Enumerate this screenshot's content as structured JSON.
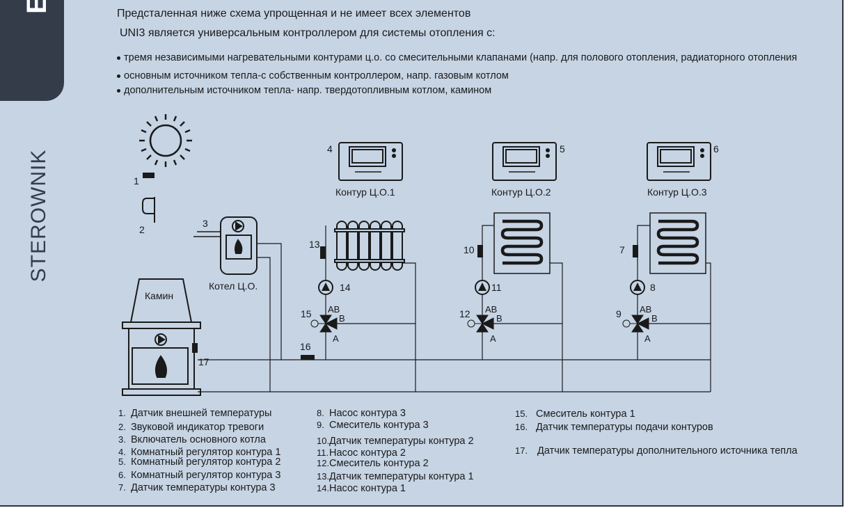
{
  "intro": {
    "line1": "Предсталенная ниже схема упрощенная и не имеет всех элементов",
    "line2": "UNI3 является универсальным контроллером для системы отопления с:"
  },
  "bullets": [
    "тремя независимыми нагревательными контурами ц.о. со смесительными клапанами (напр. для полового отопления, радиаторного отопления",
    "основным источником тепла-с собственным контроллером, напр. газовым котлом",
    "дополнительным источником тепла- напр. твердотопливным котлом, камином"
  ],
  "brand": {
    "side_label": "STEROWNIK",
    "tab_letter": "E"
  },
  "diagram": {
    "contour_labels": [
      "Контур Ц.О.1",
      "Контур Ц.О.2",
      "Контур Ц.О.3"
    ],
    "boiler_label": "Котел Ц.О.",
    "fireplace_label": "Камин",
    "valve_ports": {
      "ab": "AB",
      "b": "B",
      "a": "A"
    },
    "numbers": {
      "n1": "1",
      "n2": "2",
      "n3": "3",
      "n4": "4",
      "n5": "5",
      "n6": "6",
      "n7": "7",
      "n8": "8",
      "n9": "9",
      "n10": "10",
      "n11": "11",
      "n12": "12",
      "n13": "13",
      "n14": "14",
      "n15": "15",
      "n16": "16",
      "n17": "17"
    }
  },
  "legend": {
    "col1": [
      {
        "num": "1.",
        "text": "Датчик внешней температуры"
      },
      {
        "num": "2.",
        "text": "Звуковой индикатор тревоги"
      },
      {
        "num": "3.",
        "text": "Включатель основного котла"
      },
      {
        "num": "4.",
        "text": "Комнатный регулятор контура 1"
      },
      {
        "num": "5.",
        "text": "Комнатный регулятор контура 2"
      },
      {
        "num": "6.",
        "text": "Комнатный регулятор контура 3"
      },
      {
        "num": "7.",
        "text": "Датчик температуры контура 3"
      }
    ],
    "col2": [
      {
        "num": "8.",
        "text": "Насос контура 3"
      },
      {
        "num": "9.",
        "text": "Смеситель контура 3"
      },
      {
        "num": "10.",
        "text": "Датчик температуры контура 2"
      },
      {
        "num": "11.",
        "text": "Насос контура 2"
      },
      {
        "num": "12.",
        "text": "Смеситель контура 2"
      },
      {
        "num": "13.",
        "text": "Датчик температуры контура 1"
      },
      {
        "num": "14.",
        "text": "Насос контура 1"
      }
    ],
    "col3": [
      {
        "num": "15.",
        "text": "Смеситель контура 1"
      },
      {
        "num": "16.",
        "text": "Датчик температуры подачи контуров"
      },
      {
        "num": "17.",
        "text": "Датчик температуры дополнительного источника тепла"
      }
    ]
  },
  "colors": {
    "background": "#c6d4e4",
    "tab": "#343c4a",
    "line": "#1a1a1a"
  }
}
